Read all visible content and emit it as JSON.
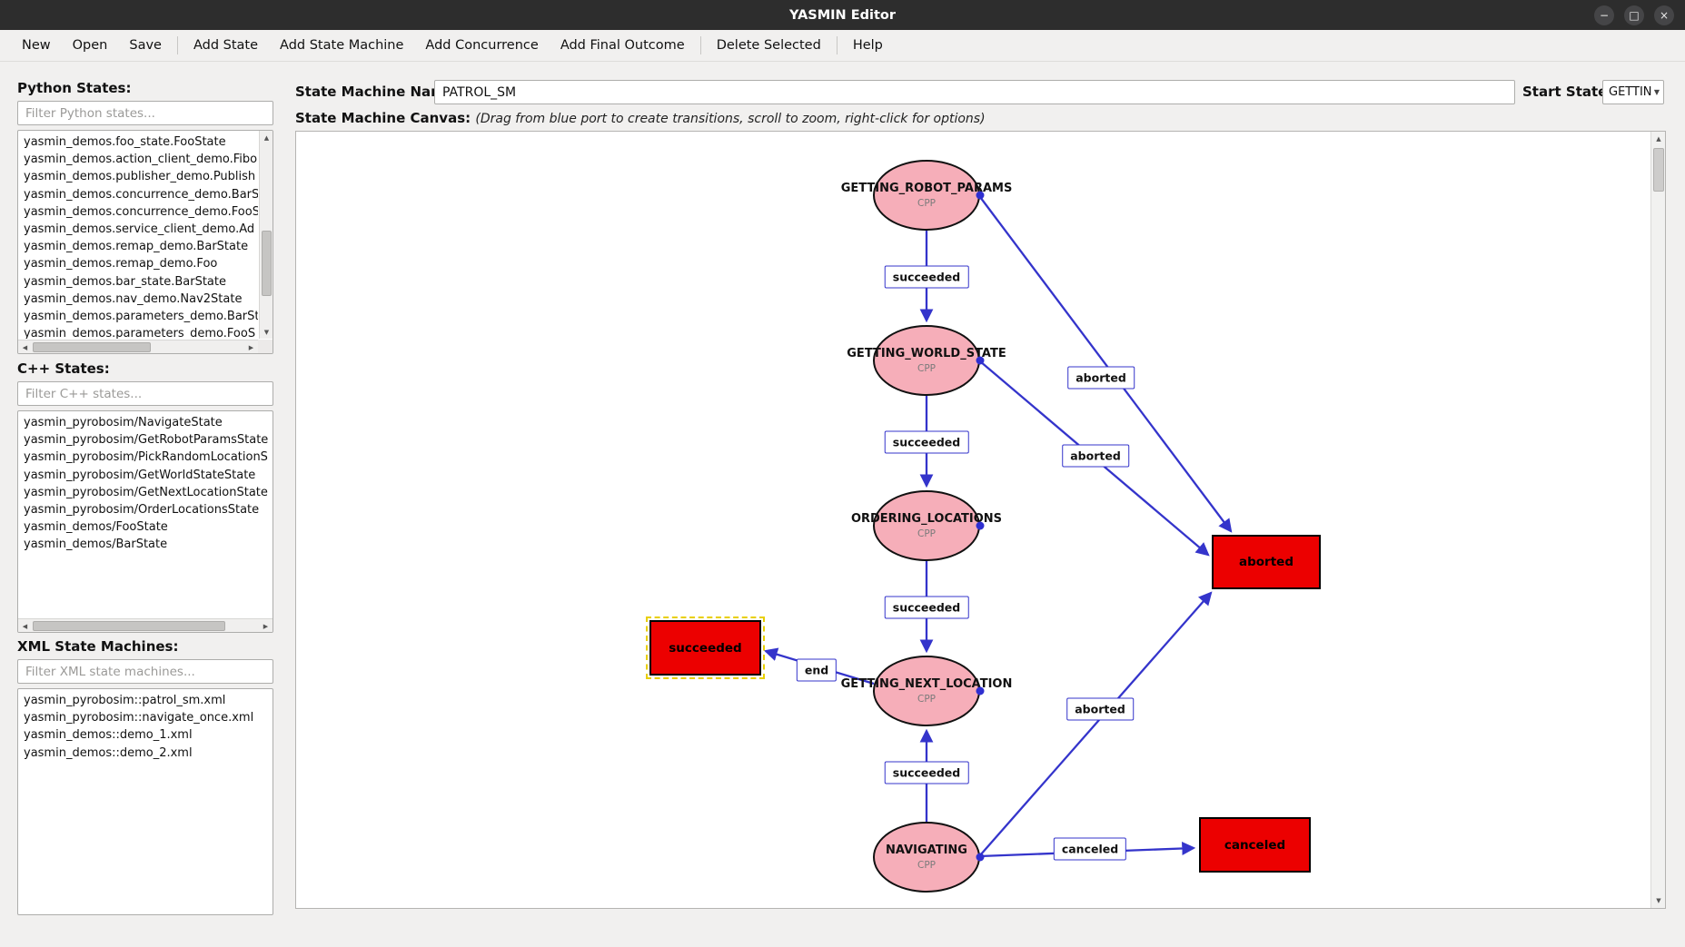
{
  "window": {
    "title": "YASMIN Editor"
  },
  "menu": {
    "items": [
      "New",
      "Open",
      "Save",
      "Add State",
      "Add State Machine",
      "Add Concurrence",
      "Add Final Outcome",
      "Delete Selected",
      "Help"
    ]
  },
  "python_states": {
    "label": "Python States:",
    "filter_placeholder": "Filter Python states...",
    "items": [
      "yasmin_demos.foo_state.FooState",
      "yasmin_demos.action_client_demo.Fibo",
      "yasmin_demos.publisher_demo.Publish",
      "yasmin_demos.concurrence_demo.BarS",
      "yasmin_demos.concurrence_demo.FooS",
      "yasmin_demos.service_client_demo.Ad",
      "yasmin_demos.remap_demo.BarState",
      "yasmin_demos.remap_demo.Foo",
      "yasmin_demos.bar_state.BarState",
      "yasmin_demos.nav_demo.Nav2State",
      "yasmin_demos.parameters_demo.BarSt",
      "yasmin_demos.parameters_demo.FooS"
    ]
  },
  "cpp_states": {
    "label": "C++ States:",
    "filter_placeholder": "Filter C++ states...",
    "items": [
      "yasmin_pyrobosim/NavigateState",
      "yasmin_pyrobosim/GetRobotParamsState",
      "yasmin_pyrobosim/PickRandomLocationS",
      "yasmin_pyrobosim/GetWorldStateState",
      "yasmin_pyrobosim/GetNextLocationState",
      "yasmin_pyrobosim/OrderLocationsState",
      "yasmin_demos/FooState",
      "yasmin_demos/BarState"
    ]
  },
  "xml_machines": {
    "label": "XML State Machines:",
    "filter_placeholder": "Filter XML state machines...",
    "items": [
      "yasmin_pyrobosim::patrol_sm.xml",
      "yasmin_pyrobosim::navigate_once.xml",
      "yasmin_demos::demo_1.xml",
      "yasmin_demos::demo_2.xml"
    ]
  },
  "header": {
    "name_label": "State Machine Name:",
    "name_value": "PATROL_SM",
    "start_state_label": "Start State:",
    "start_state_value": "GETTIN"
  },
  "canvas": {
    "label": "State Machine Canvas:",
    "hint": "(Drag from blue port to create transitions, scroll to zoom, right-click for options)",
    "states": [
      {
        "name": "GETTING_ROBOT_PARAMS",
        "type": "CPP"
      },
      {
        "name": "GETTING_WORLD_STATE",
        "type": "CPP"
      },
      {
        "name": "ORDERING_LOCATIONS",
        "type": "CPP"
      },
      {
        "name": "GETTING_NEXT_LOCATION",
        "type": "CPP"
      },
      {
        "name": "NAVIGATING",
        "type": "CPP"
      }
    ],
    "outcomes": [
      {
        "label": "succeeded",
        "selected": true
      },
      {
        "label": "aborted",
        "selected": false
      },
      {
        "label": "canceled",
        "selected": false
      }
    ],
    "edge_labels": [
      "succeeded",
      "succeeded",
      "succeeded",
      "succeeded",
      "aborted",
      "aborted",
      "aborted",
      "end",
      "canceled"
    ],
    "colors": {
      "state_fill": "#f6aeb9",
      "outcome_fill": "#ec0000",
      "edge_blue": "#3434cb",
      "selection_yellow": "#e8cf00"
    }
  }
}
